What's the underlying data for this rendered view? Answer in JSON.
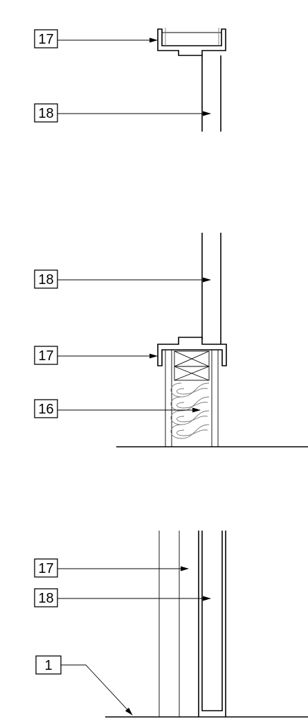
{
  "callouts": {
    "top_17": "17",
    "top_18": "18",
    "mid_18": "18",
    "mid_17": "17",
    "mid_16": "16",
    "bottom_17": "17",
    "bottom_18": "18",
    "bottom_1": "1"
  }
}
